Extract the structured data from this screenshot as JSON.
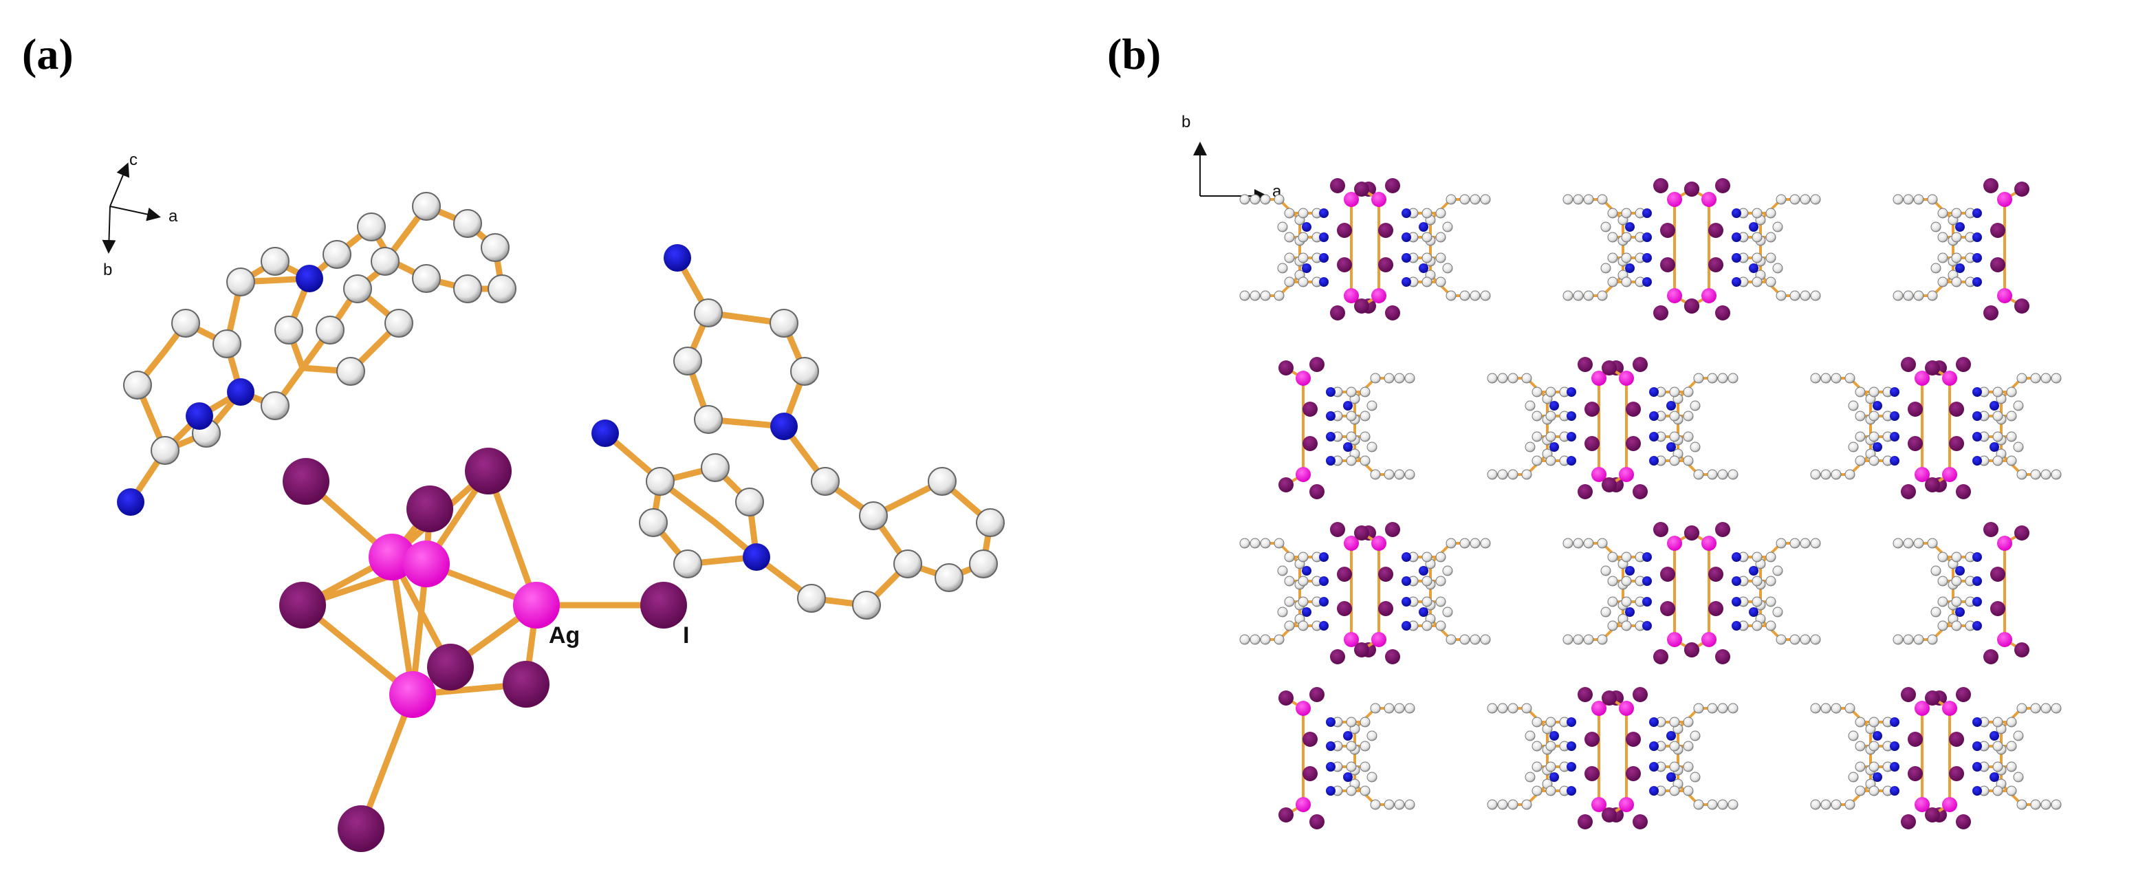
{
  "panels": {
    "a": {
      "label": "(a)",
      "axes": {
        "c": "c",
        "a": "a",
        "b": "b"
      },
      "atom_labels": {
        "ag": "Ag",
        "i": "I"
      }
    },
    "b": {
      "label": "(b)",
      "axes": {
        "b": "b",
        "a": "a"
      }
    }
  },
  "colors": {
    "bond": "#E8A03A",
    "carbon": "#e8e8e8",
    "nitrogen": "#1010C0",
    "silver": "#FF10D8",
    "iodine": "#7A0F68"
  }
}
